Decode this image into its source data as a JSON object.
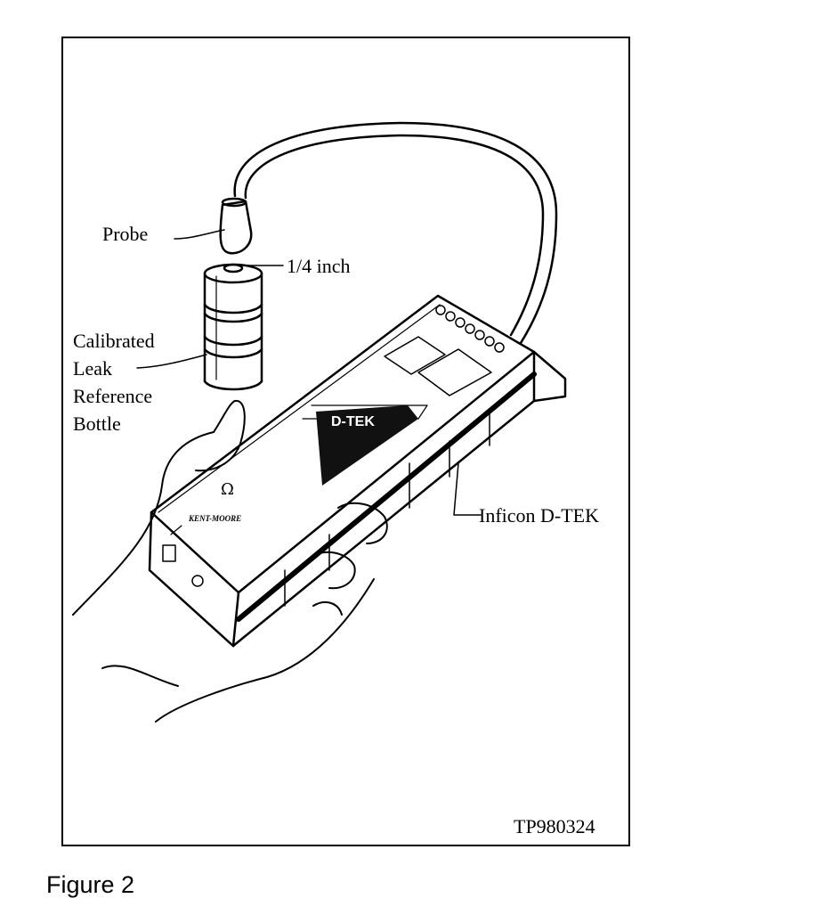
{
  "labels": {
    "probe": "Probe",
    "gap": "1/4 inch",
    "bottle_line1": "Calibrated",
    "bottle_line2": "Leak",
    "bottle_line3": "Reference",
    "bottle_line4": "Bottle",
    "device": "Inficon D-TEK",
    "part_number": "TP980324"
  },
  "device_panel": {
    "brand": "D-TEK",
    "maker": "KENT-MOORE",
    "symbol": "Ω"
  },
  "caption": "Figure 2"
}
